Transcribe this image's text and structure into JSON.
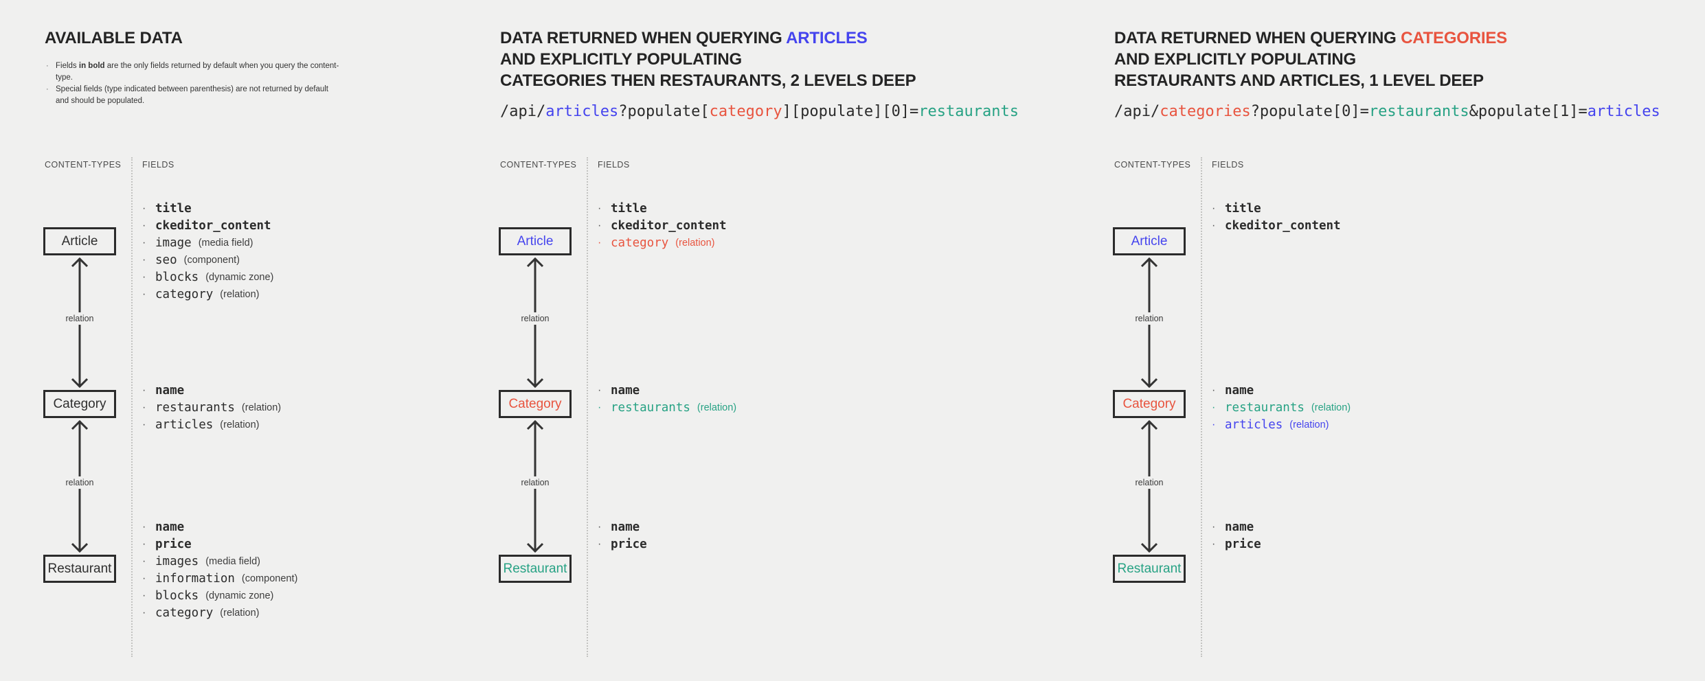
{
  "colors": {
    "blue": "#4544ee",
    "red": "#e8543f",
    "green": "#27a284",
    "dark": "#2b2b2b"
  },
  "icons": {
    "bullet": "·"
  },
  "panels": [
    {
      "kind": "notes",
      "title": "AVAILABLE DATA",
      "notes": [
        [
          {
            "t": "Fields "
          },
          {
            "t": "in bold",
            "b": 1
          },
          {
            "t": " are the only fields returned by default when you query the content-type."
          }
        ],
        [
          {
            "t": "Special fields (type indicated between parenthesis) are not returned by default and should be populated."
          }
        ]
      ]
    },
    {
      "kind": "query",
      "title_lines": [
        [
          {
            "t": "DATA RETURNED WHEN QUERYING "
          },
          {
            "t": "ARTICLES",
            "c": "blue"
          }
        ],
        [
          {
            "t": "AND EXPLICITLY POPULATING"
          }
        ],
        [
          {
            "t": "CATEGORIES THEN RESTAURANTS, 2 LEVELS DEEP"
          }
        ]
      ],
      "code": [
        {
          "t": "/api/"
        },
        {
          "t": "articles",
          "c": "blue"
        },
        {
          "t": "?populate["
        },
        {
          "t": "category",
          "c": "red"
        },
        {
          "t": "][populate][0]="
        },
        {
          "t": "restaurants",
          "c": "green"
        }
      ]
    },
    {
      "kind": "query",
      "title_lines": [
        [
          {
            "t": "DATA RETURNED WHEN QUERYING "
          },
          {
            "t": "CATEGORIES",
            "c": "red"
          }
        ],
        [
          {
            "t": "AND EXPLICITLY POPULATING"
          }
        ],
        [
          {
            "t": "RESTAURANTS AND ARTICLES, 1 LEVEL DEEP"
          }
        ]
      ],
      "code": [
        {
          "t": "/api/"
        },
        {
          "t": "categories",
          "c": "red"
        },
        {
          "t": "?populate[0]="
        },
        {
          "t": "restaurants",
          "c": "green"
        },
        {
          "t": "&populate[1]="
        },
        {
          "t": "articles",
          "c": "blue"
        }
      ]
    }
  ],
  "diagram": {
    "content_types_label": "CONTENT-TYPES",
    "fields_label": "FIELDS",
    "relation_label": "relation",
    "columns": [
      {
        "boxes": [
          {
            "label": "Article",
            "fields": [
              {
                "n": "title",
                "b": 1
              },
              {
                "n": "ckeditor_content",
                "b": 1
              },
              {
                "n": "image",
                "type": "(media field)"
              },
              {
                "n": "seo",
                "type": "(component)"
              },
              {
                "n": "blocks",
                "type": "(dynamic zone)"
              },
              {
                "n": "category",
                "type": "(relation)"
              }
            ]
          },
          {
            "label": "Category",
            "fields": [
              {
                "n": "name",
                "b": 1
              },
              {
                "n": "restaurants",
                "type": "(relation)"
              },
              {
                "n": "articles",
                "type": "(relation)"
              }
            ]
          },
          {
            "label": "Restaurant",
            "fields": [
              {
                "n": "name",
                "b": 1
              },
              {
                "n": "price",
                "b": 1
              },
              {
                "n": "images",
                "type": "(media field)"
              },
              {
                "n": "information",
                "type": "(component)"
              },
              {
                "n": "blocks",
                "type": "(dynamic zone)"
              },
              {
                "n": "category",
                "type": "(relation)"
              }
            ]
          }
        ]
      },
      {
        "boxes": [
          {
            "label": "Article",
            "c": "blue",
            "fields": [
              {
                "n": "title",
                "b": 1
              },
              {
                "n": "ckeditor_content",
                "b": 1
              },
              {
                "n": "category",
                "type": "(relation)",
                "c": "red"
              }
            ]
          },
          {
            "label": "Category",
            "c": "red",
            "fields": [
              {
                "n": "name",
                "b": 1
              },
              {
                "n": "restaurants",
                "type": "(relation)",
                "c": "green"
              }
            ]
          },
          {
            "label": "Restaurant",
            "c": "green",
            "fields": [
              {
                "n": "name",
                "b": 1
              },
              {
                "n": "price",
                "b": 1
              }
            ]
          }
        ]
      },
      {
        "boxes": [
          {
            "label": "Article",
            "c": "blue",
            "fields": [
              {
                "n": "title",
                "b": 1
              },
              {
                "n": "ckeditor_content",
                "b": 1
              }
            ]
          },
          {
            "label": "Category",
            "c": "red",
            "fields": [
              {
                "n": "name",
                "b": 1
              },
              {
                "n": "restaurants",
                "type": "(relation)",
                "c": "green"
              },
              {
                "n": "articles",
                "type": "(relation)",
                "c": "blue"
              }
            ]
          },
          {
            "label": "Restaurant",
            "c": "green",
            "fields": [
              {
                "n": "name",
                "b": 1
              },
              {
                "n": "price",
                "b": 1
              }
            ]
          }
        ]
      }
    ]
  }
}
